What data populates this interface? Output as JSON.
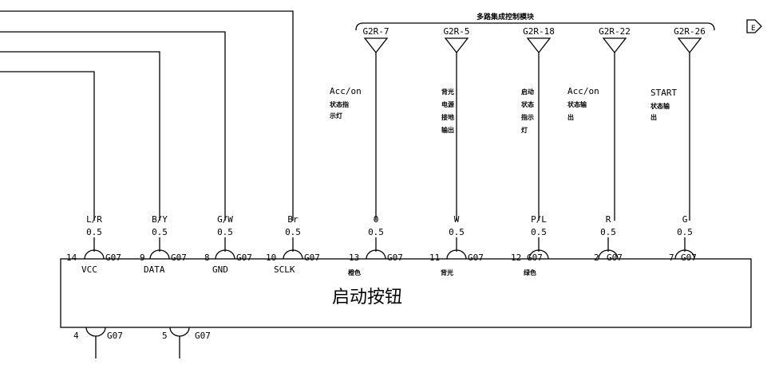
{
  "module": {
    "title": "多路集成控制模块",
    "pins": [
      {
        "id": "G2R-7"
      },
      {
        "id": "G2R-5"
      },
      {
        "id": "G2R-18"
      },
      {
        "id": "G2R-22"
      },
      {
        "id": "G2R-26"
      }
    ],
    "corner_label": "E"
  },
  "signal_labels": [
    {
      "lines": [
        "Acc/on",
        "状态指",
        "示灯"
      ]
    },
    {
      "lines": [
        "背光",
        "电源",
        "接地",
        "输出"
      ]
    },
    {
      "lines": [
        "启动",
        "状态",
        "指示",
        "灯"
      ]
    },
    {
      "lines": [
        "Acc/on",
        "状态输",
        "出"
      ]
    },
    {
      "lines": [
        "START",
        "状态输",
        "出"
      ]
    }
  ],
  "wires": [
    {
      "color": "L/R",
      "gauge": "0.5",
      "pin": "14",
      "connector": "G07",
      "function": "VCC"
    },
    {
      "color": "B/Y",
      "gauge": "0.5",
      "pin": "9",
      "connector": "G07",
      "function": "DATA"
    },
    {
      "color": "G/W",
      "gauge": "0.5",
      "pin": "8",
      "connector": "G07",
      "function": "GND"
    },
    {
      "color": "Br",
      "gauge": "0.5",
      "pin": "10",
      "connector": "G07",
      "function": "SCLK"
    },
    {
      "color": "O",
      "gauge": "0.5",
      "pin": "13",
      "connector": "G07",
      "function": "橙色"
    },
    {
      "color": "W",
      "gauge": "0.5",
      "pin": "11",
      "connector": "G07",
      "function": "背光"
    },
    {
      "color": "P/L",
      "gauge": "0.5",
      "pin": "12",
      "connector": "G07",
      "function": "绿色"
    },
    {
      "color": "R",
      "gauge": "0.5",
      "pin": "2",
      "connector": "G07",
      "function": ""
    },
    {
      "color": "G",
      "gauge": "0.5",
      "pin": "7",
      "connector": "G07",
      "function": ""
    }
  ],
  "component": {
    "name": "启动按钮"
  },
  "bottom_pins": [
    {
      "pin": "4",
      "connector": "G07"
    },
    {
      "pin": "5",
      "connector": "G07"
    }
  ]
}
